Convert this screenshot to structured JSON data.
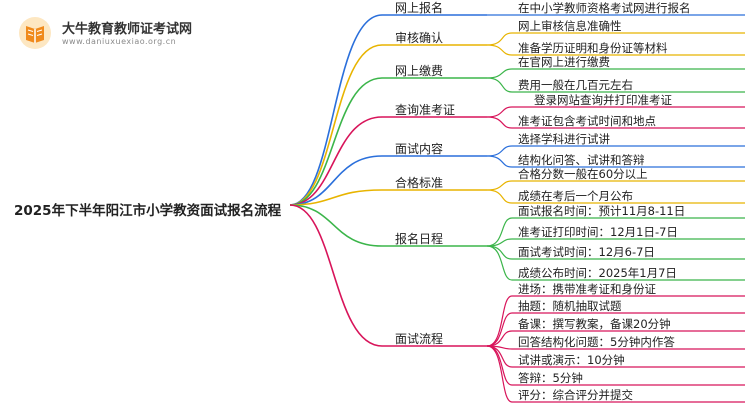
{
  "logo": {
    "title": "大牛教育教师证考试网",
    "url": "www.daniuxuexiao.org.cn"
  },
  "root": "2025年下半年阳江市小学教资面试报名流程",
  "branches": [
    {
      "label": "网上报名",
      "color": "#2a6fdb",
      "leaves": [
        "在中小学教师资格考试网进行报名"
      ]
    },
    {
      "label": "审核确认",
      "color": "#e8b400",
      "leaves": [
        "网上审核信息准确性",
        "准备学历证明和身份证等材料"
      ]
    },
    {
      "label": "网上缴费",
      "color": "#3bb54a",
      "leaves": [
        "在官网上进行缴费",
        "费用一般在几百元左右"
      ]
    },
    {
      "label": "查询准考证",
      "color": "#d8145a",
      "leaves": [
        "登录网站查询并打印准考证",
        "准考证包含考试时间和地点"
      ]
    },
    {
      "label": "面试内容",
      "color": "#2a6fdb",
      "leaves": [
        "选择学科进行试讲",
        "结构化问答、试讲和答辩"
      ]
    },
    {
      "label": "合格标准",
      "color": "#e8b400",
      "leaves": [
        "合格分数一般在60分以上",
        "成绩在考后一个月公布"
      ]
    },
    {
      "label": "报名日程",
      "color": "#3bb54a",
      "leaves": [
        "面试报名时间：预计11月8-11日",
        "准考证打印时间：12月1日-7日",
        "面试考试时间：12月6-7日",
        "成绩公布时间：2025年1月7日"
      ]
    },
    {
      "label": "面试流程",
      "color": "#d8145a",
      "leaves": [
        "进场：携带准考证和身份证",
        "抽题：随机抽取试题",
        "备课：撰写教案，备课20分钟",
        "回答结构化问题：5分钟内作答",
        "试讲或演示：10分钟",
        "答辩：5分钟",
        "评分：综合评分并提交"
      ]
    }
  ]
}
